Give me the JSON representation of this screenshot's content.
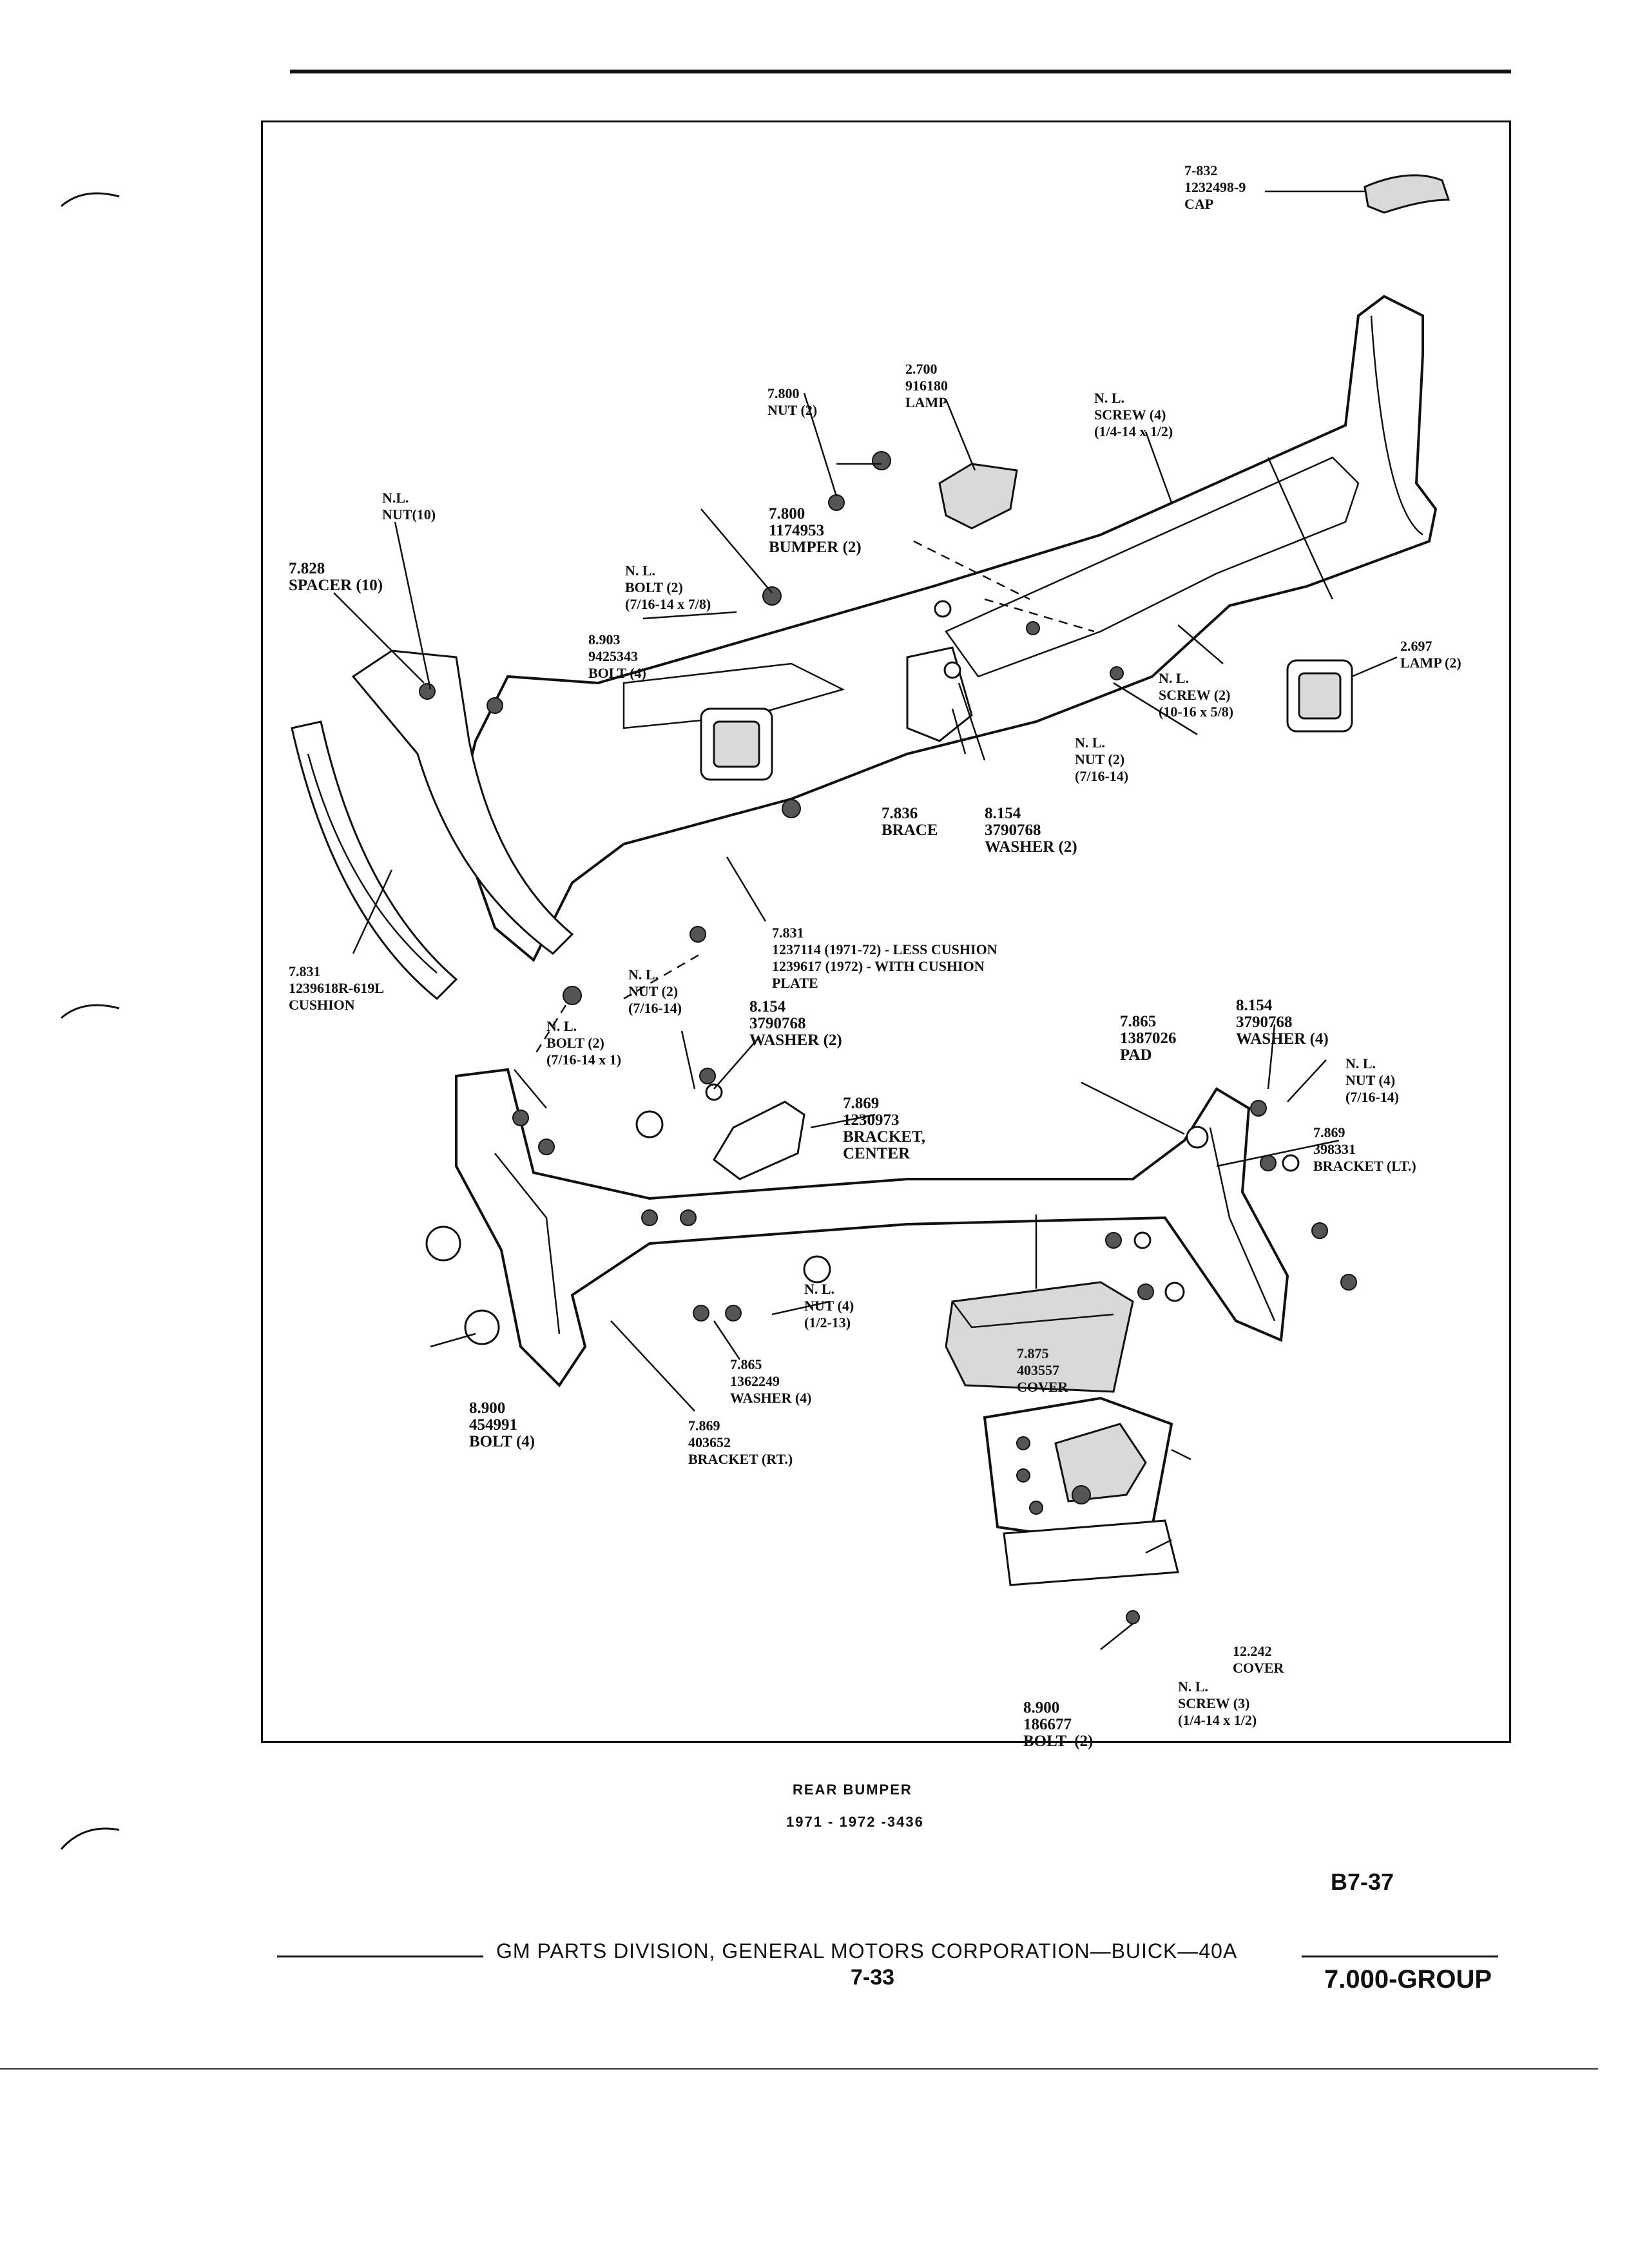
{
  "caption": {
    "title": "REAR BUMPER",
    "subtitle": "1971 - 1972 -3436"
  },
  "page_code": "B7-37",
  "footer": {
    "division": "GM PARTS DIVISION,  GENERAL MOTORS CORPORATION—BUICK—40A",
    "page_number": "7-33",
    "group": "7.000-GROUP"
  },
  "callouts": [
    {
      "id": "cap",
      "lines": [
        "7-832",
        "1232498-9",
        "CAP"
      ]
    },
    {
      "id": "lamp-center",
      "lines": [
        "2.700",
        "916180",
        "LAMP"
      ]
    },
    {
      "id": "nut-2-top",
      "lines": [
        "7.800",
        "NUT (2)"
      ]
    },
    {
      "id": "screw-4-top",
      "lines": [
        "N. L.",
        "SCREW (4)",
        "(1/4-14 x 1/2)"
      ]
    },
    {
      "id": "nut-10",
      "lines": [
        "N.L.",
        "NUT(10)"
      ]
    },
    {
      "id": "bumper-2",
      "lines": [
        "7.800",
        "1174953",
        "BUMPER (2)"
      ]
    },
    {
      "id": "spacer-10",
      "lines": [
        "7.828",
        "SPACER (10)"
      ]
    },
    {
      "id": "bolt-2-top",
      "lines": [
        "N. L.",
        "BOLT (2)",
        "(7/16-14 x 7/8)"
      ]
    },
    {
      "id": "bolt-4-top",
      "lines": [
        "8.903",
        "9425343",
        "BOLT (4)"
      ]
    },
    {
      "id": "lamp-2",
      "lines": [
        "2.697",
        "LAMP (2)"
      ]
    },
    {
      "id": "screw-2",
      "lines": [
        "N. L.",
        "SCREW (2)",
        "(10-16 x 5/8)"
      ]
    },
    {
      "id": "nut-2-mid",
      "lines": [
        "N. L.",
        "NUT (2)",
        "(7/16-14)"
      ]
    },
    {
      "id": "brace",
      "lines": [
        "7.836",
        "BRACE"
      ]
    },
    {
      "id": "washer-2-top",
      "lines": [
        "8.154",
        "3790768",
        "WASHER (2)"
      ]
    },
    {
      "id": "plate",
      "lines": [
        "7.831",
        "1237114 (1971-72) - LESS CUSHION",
        "1239617 (1972) - WITH CUSHION",
        "PLATE"
      ]
    },
    {
      "id": "cushion",
      "lines": [
        "7.831",
        "1239618R-619L",
        "CUSHION"
      ]
    },
    {
      "id": "nut-2-left",
      "lines": [
        "N. L.",
        "NUT (2)",
        "(7/16-14)"
      ]
    },
    {
      "id": "washer-2-left",
      "lines": [
        "8.154",
        "3790768",
        "WASHER (2)"
      ]
    },
    {
      "id": "bolt-2-left",
      "lines": [
        "N. L.",
        "BOLT (2)",
        "(7/16-14 x 1)"
      ]
    },
    {
      "id": "pad",
      "lines": [
        "7.865",
        "1387026",
        "PAD"
      ]
    },
    {
      "id": "washer-4-right",
      "lines": [
        "8.154",
        "3790768",
        "WASHER (4)"
      ]
    },
    {
      "id": "nut-4-right",
      "lines": [
        "N. L.",
        "NUT (4)",
        "(7/16-14)"
      ]
    },
    {
      "id": "bracket-center",
      "lines": [
        "7.869",
        "1230973",
        "BRACKET,",
        "CENTER"
      ]
    },
    {
      "id": "bracket-lt",
      "lines": [
        "7.869",
        "398331",
        "BRACKET (LT.)"
      ]
    },
    {
      "id": "nut-4-mid",
      "lines": [
        "N. L.",
        "NUT (4)",
        "(1/2-13)"
      ]
    },
    {
      "id": "washer-4-mid",
      "lines": [
        "7.865",
        "1362249",
        "WASHER (4)"
      ]
    },
    {
      "id": "bolt-4-left",
      "lines": [
        "8.900",
        "454991",
        "BOLT (4)"
      ]
    },
    {
      "id": "bracket-rt",
      "lines": [
        "7.869",
        "403652",
        "BRACKET (RT.)"
      ]
    },
    {
      "id": "cover-top",
      "lines": [
        "7.875",
        "403557",
        "COVER"
      ]
    },
    {
      "id": "cover-bottom",
      "lines": [
        "12.242",
        "COVER"
      ]
    },
    {
      "id": "screw-3",
      "lines": [
        "N. L.",
        "SCREW (3)",
        "(1/4-14 x 1/2)"
      ]
    },
    {
      "id": "bolt-2-bottom",
      "lines": [
        "8.900",
        "186677",
        "BOLT  (2)"
      ]
    }
  ]
}
